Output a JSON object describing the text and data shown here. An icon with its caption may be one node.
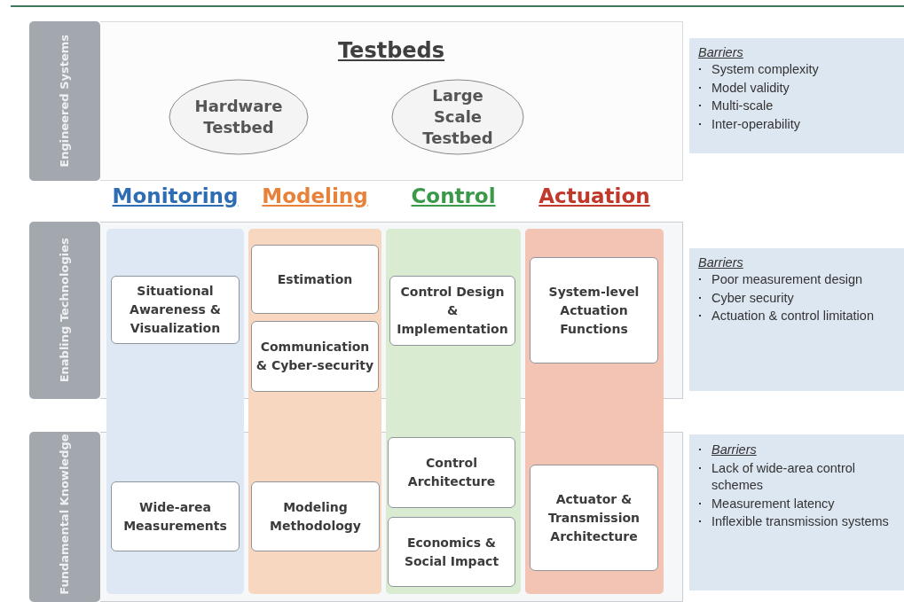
{
  "diagram": {
    "nodes": [
      {
        "text": [
          "Engineered Systems"
        ]
      },
      {
        "text": [
          "Testbeds"
        ]
      },
      {
        "text": [
          "Hardware Testbed"
        ],
        "in": 1
      },
      {
        "text": [
          "Large Scale Testbed"
        ],
        "in": 1
      },
      {
        "text": [
          "Enabling Technologies"
        ]
      },
      {
        "text": [
          "Fundamental Knowledge"
        ]
      },
      {
        "text": [
          "Monitoring"
        ]
      },
      {
        "text": [
          "Modeling"
        ]
      },
      {
        "text": [
          "Control"
        ]
      },
      {
        "text": [
          "Actuation"
        ]
      },
      {
        "text": [
          "Situational Awareness & Visualization"
        ],
        "in": 6
      },
      {
        "text": [
          "Estimation"
        ],
        "in": 7
      },
      {
        "text": [
          "Communication & Cyber-security"
        ],
        "in": 7
      },
      {
        "text": [
          "Control Design & Implementation"
        ],
        "in": 8
      },
      {
        "text": [
          "System-level Actuation Functions"
        ],
        "in": 9
      },
      {
        "text": [
          "Wide-area Measurements"
        ],
        "in": 6
      },
      {
        "text": [
          "Modeling Methodology"
        ],
        "in": 7
      },
      {
        "text": [
          "Control Architecture"
        ],
        "in": 8
      },
      {
        "text": [
          "Economics & Social Impact"
        ],
        "in": 8
      },
      {
        "text": [
          "Actuator & Transmission Architecture"
        ],
        "in": 9
      },
      {
        "text": [
          "Barriers",
          "System complexity",
          "Model validity",
          "Multi-scale",
          "Inter-operability"
        ]
      },
      {
        "text": [
          "Barriers",
          "Poor measurement design",
          "Cyber security",
          "Actuation & control limitation"
        ]
      },
      {
        "text": [
          "Barriers",
          "Lack of wide-area control schemes",
          "Measurement latency",
          "Inflexible transmission systems"
        ]
      }
    ]
  }
}
